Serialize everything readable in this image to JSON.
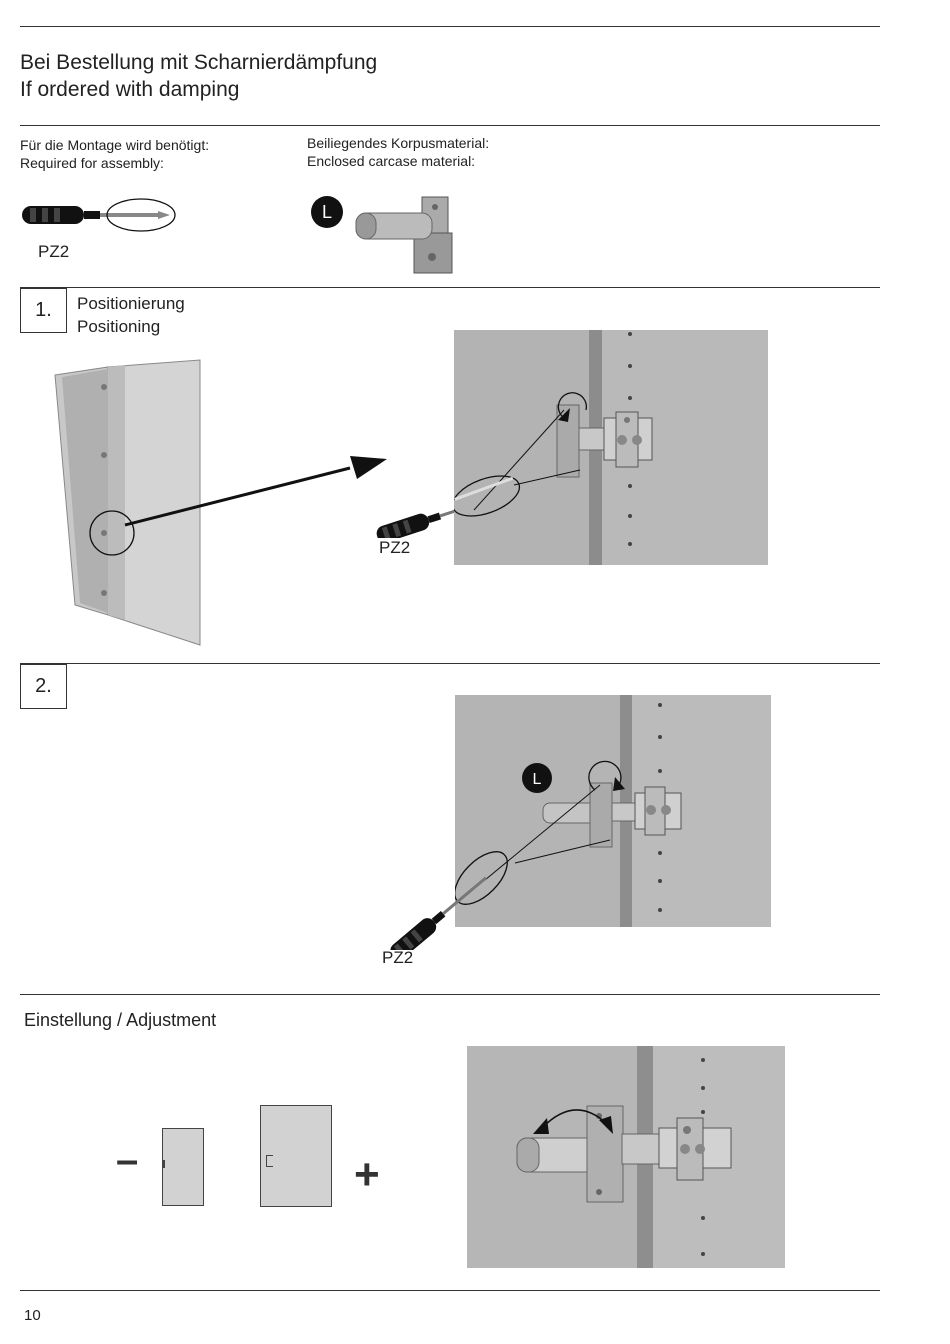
{
  "header": {
    "title_de": "Bei Bestellung mit Scharnierdämpfung",
    "title_en": "If ordered with damping"
  },
  "requirements": {
    "tools_de": "Für die Montage wird benötigt:",
    "tools_en": "Required for assembly:",
    "tool_label": "PZ2",
    "material_de": "Beiliegendes Korpusmaterial:",
    "material_en": "Enclosed carcase material:",
    "part_badge": "L"
  },
  "steps": [
    {
      "number": "1.",
      "title_de": "Positionierung",
      "title_en": "Positioning",
      "tool_label": "PZ2"
    },
    {
      "number": "2.",
      "tool_label": "PZ2",
      "part_badge": "L"
    }
  ],
  "adjustment": {
    "title": "Einstellung / Adjustment",
    "minus": "–",
    "plus": "+"
  },
  "footer": {
    "page_number": "10"
  }
}
